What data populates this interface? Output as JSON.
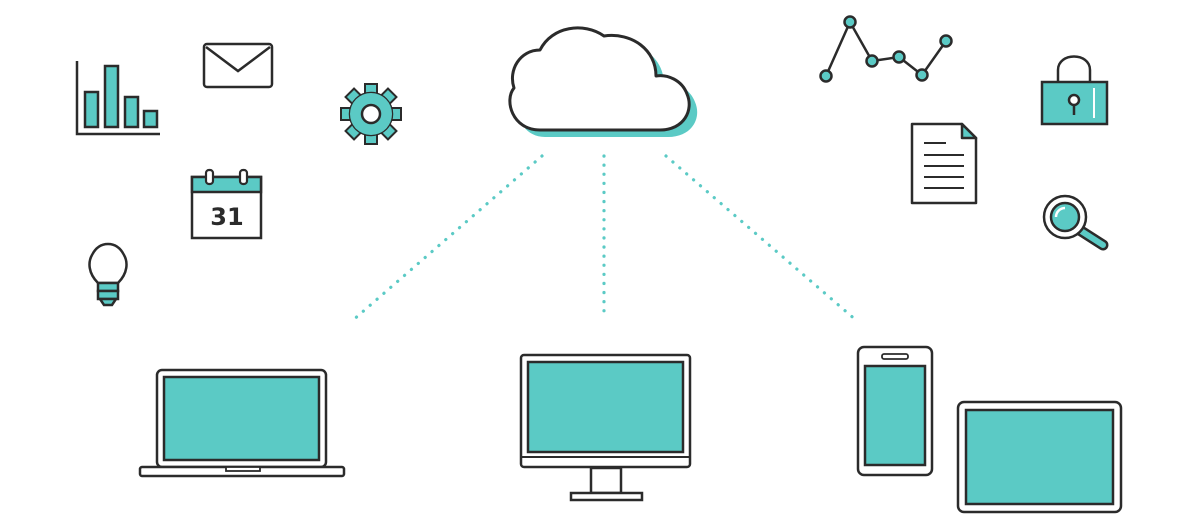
{
  "colors": {
    "teal": "#5BCAC5",
    "outline": "#2b2b2b",
    "background": "#ffffff",
    "dotted_line": "#5BCAC5"
  },
  "icons": [
    "bar-chart-icon",
    "envelope-icon",
    "gear-icon",
    "calendar-icon",
    "lightbulb-icon",
    "cloud-icon",
    "line-chart-icon",
    "padlock-icon",
    "document-icon",
    "magnifier-icon",
    "laptop-icon",
    "desktop-monitor-icon",
    "smartphone-icon",
    "tablet-icon"
  ],
  "calendar": {
    "day": "31"
  },
  "connections": [
    "cloud-to-laptop",
    "cloud-to-desktop",
    "cloud-to-mobile-devices"
  ]
}
